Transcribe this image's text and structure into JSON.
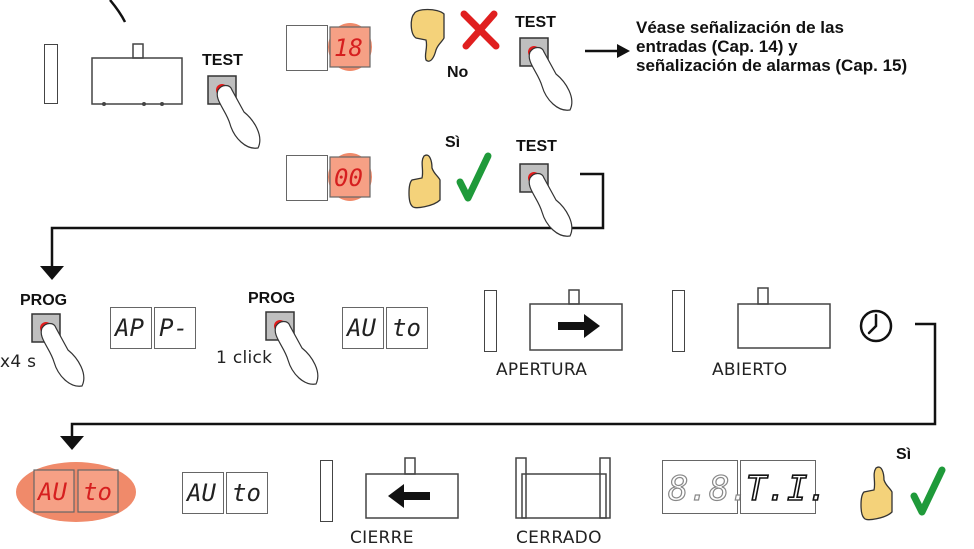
{
  "labels": {
    "test": "TEST",
    "prog": "PROG",
    "no": "No",
    "si": "Sì",
    "x4s": "x4 s",
    "one_click": "1 click",
    "apertura": "APERTURA",
    "abierto": "ABIERTO",
    "cierre": "CIERRE",
    "cerrado": "CERRADO"
  },
  "note": {
    "line1": "Véase señalización de las",
    "line2": "entradas (Cap. 14) y",
    "line3": "señalización de alarmas (Cap. 15)"
  },
  "displays": {
    "code_18": "18",
    "code_00": "00",
    "ap": "AP",
    "p_dash": "P-",
    "au": "AU",
    "to": "to",
    "eight_eight": "8.8.",
    "ti": "T.I."
  },
  "colors": {
    "red_glow": "#f08a6a",
    "button_red": "#e21b1b",
    "check_green": "#1f9a3a",
    "cross_red": "#e01f1f",
    "skin": "#f4d27a"
  }
}
